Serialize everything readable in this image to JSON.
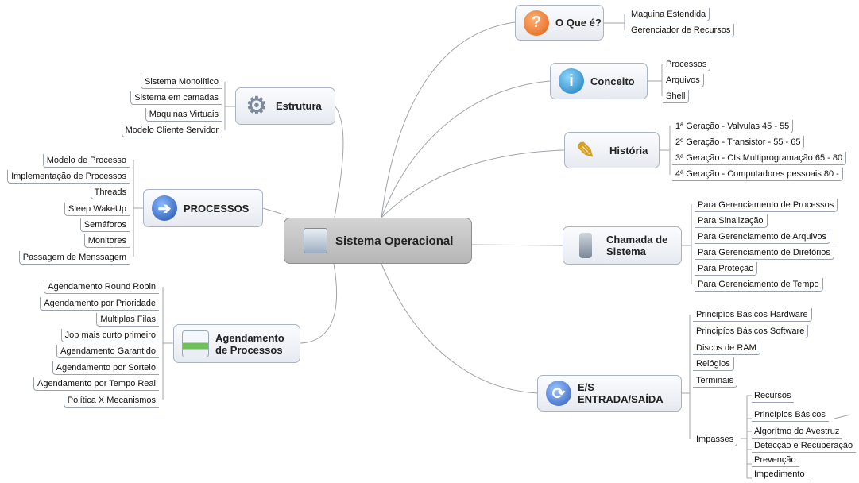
{
  "central": {
    "label": "Sistema Operacional"
  },
  "topics": {
    "oque": {
      "label": "O Que é?",
      "icon": "question-icon",
      "leaves": [
        "Maquina Estendida",
        "Gerenciador de Recursos"
      ]
    },
    "conceito": {
      "label": "Conceito",
      "icon": "info-icon",
      "leaves": [
        "Processos",
        "Arquivos",
        "Shell"
      ]
    },
    "historia": {
      "label": "História",
      "icon": "pencil-icon",
      "leaves": [
        "1ª Geração - Valvulas 45 - 55",
        "2º Geração - Transistor - 55 - 65",
        "3ª Geração - CIs Multiprogramação 65 - 80",
        "4ª Geração - Computadores pessoais 80 -"
      ]
    },
    "chamada": {
      "label": "Chamada de Sistema",
      "icon": "phone-icon",
      "leaves": [
        "Para Gerenciamento de Processos",
        "Para Sinalização",
        "Para Gerenciamento de Arquivos",
        "Para Gerenciamento de Diretórios",
        "Para Proteção",
        "Para Gerenciamento de Tempo"
      ]
    },
    "es": {
      "label": "E/S ENTRADA/SAÍDA",
      "icon": "refresh-icon",
      "leaves": [
        "Principíos Básicos Hardware",
        "Principíos Básicos Software",
        "Discos de RAM",
        "Relógios",
        "Terminais",
        "Impasses"
      ],
      "impasses": [
        "Recursos",
        "Princípios Básicos",
        "Algorítmo do Avestruz",
        "Detecção e Recuperação",
        "Prevenção",
        "Impedimento"
      ]
    },
    "estrutura": {
      "label": "Estrutura",
      "icon": "gears-icon",
      "leaves": [
        "Sistema Monolítico",
        "Sistema em camadas",
        "Maquinas Virtuais",
        "Modelo Cliente Servidor"
      ]
    },
    "processos": {
      "label": "PROCESSOS",
      "icon": "arrow-icon",
      "leaves": [
        "Modelo de Processo",
        "Implementação de Processos",
        "Threads",
        "Sleep WakeUp",
        "Semáforos",
        "Monitores",
        "Passagem de Menssagem"
      ]
    },
    "agendamento": {
      "label": "Agendamento de Processos",
      "icon": "calendar-icon",
      "leaves": [
        "Agendamento Round Robin",
        "Agendamento por Prioridade",
        "Multiplas Filas",
        "Job mais curto primeiro",
        "Agendamento Garantido",
        "Agendamento por Sorteio",
        "Agendamento por Tempo Real",
        "Política X Mecanismos"
      ]
    }
  },
  "colors": {
    "node_border": "#a9b3c1",
    "line": "#a0a4aa",
    "central": "#c4c4c4"
  }
}
